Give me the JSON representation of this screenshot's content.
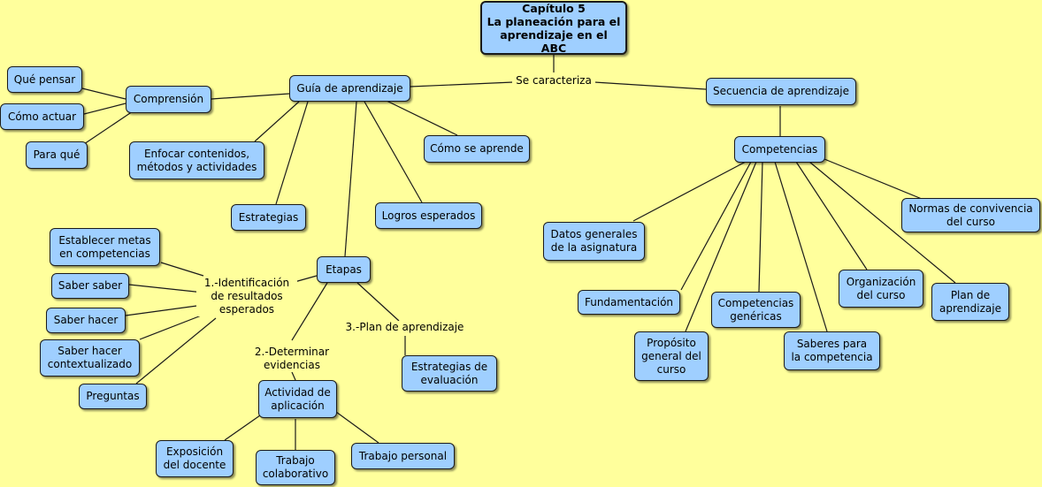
{
  "map": {
    "root": "Capítulo 5\nLa planeación para el\naprendizaje en el ABC",
    "links": {
      "se_caracteriza": "Se caracteriza",
      "identificacion": "1.-Identificación\nde resultados\nesperados",
      "determinar": "2.-Determinar\nevidencias",
      "plan": "3.-Plan de aprendizaje"
    },
    "nodes": {
      "guia": "Guía de aprendizaje",
      "secuencia": "Secuencia de aprendizaje",
      "comprension": "Comprensión",
      "que_pensar": "Qué pensar",
      "como_actuar": "Cómo actuar",
      "para_que": "Para qué",
      "enfocar": "Enfocar contenidos,\nmétodos y actividades",
      "como_aprende": "Cómo se aprende",
      "estrategias": "Estrategias",
      "logros": "Logros esperados",
      "etapas": "Etapas",
      "metas": "Establecer metas\nen competencias",
      "saber_saber": "Saber saber",
      "saber_hacer": "Saber hacer",
      "saber_hacer_ctx": "Saber hacer\ncontextualizado",
      "preguntas": "Preguntas",
      "actividad": "Actividad de\naplicación",
      "exposicion": "Exposición\ndel docente",
      "colaborativo": "Trabajo\ncolaborativo",
      "personal": "Trabajo personal",
      "estrategias_eval": "Estrategias de\nevaluación",
      "competencias": "Competencias",
      "normas": "Normas de convivencia\ndel curso",
      "datos": "Datos generales\nde la asignatura",
      "fundamentacion": "Fundamentación",
      "competencias_gen": "Competencias\ngenéricas",
      "organizacion": "Organización\ndel curso",
      "plan_aprendizaje": "Plan de\naprendizaje",
      "proposito": "Propósito\ngeneral del\ncurso",
      "saberes": "Saberes para\nla competencia"
    }
  }
}
